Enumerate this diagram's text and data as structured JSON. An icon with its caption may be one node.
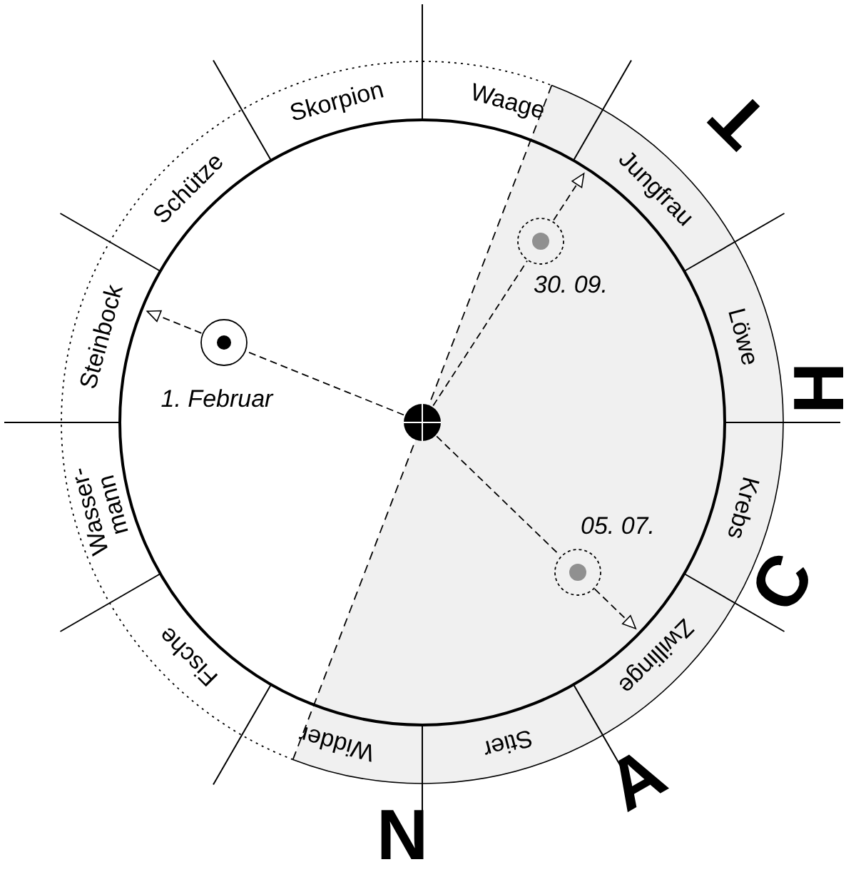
{
  "diagram": {
    "nodes": [
      {
        "text": [],
        "shape": "circle"
      },
      {
        "text": [
          "Skorpion"
        ]
      },
      {
        "text": [
          "Waage"
        ]
      },
      {
        "text": [
          "Jungfrau"
        ]
      },
      {
        "text": [
          "Löwe"
        ]
      },
      {
        "text": [
          "Krebs"
        ]
      },
      {
        "text": [
          "Zwillinge"
        ]
      },
      {
        "text": [
          "Stier"
        ]
      },
      {
        "text": [
          "Widder"
        ]
      },
      {
        "text": [
          "Fische"
        ]
      },
      {
        "text": [
          "Wasser- mann"
        ]
      },
      {
        "text": [
          "Steinbock"
        ]
      },
      {
        "text": [
          "Schütze"
        ]
      },
      {
        "text": [],
        "shape": "circle",
        "beside": [
          "1. Februar"
        ]
      },
      {
        "text": [],
        "shape": "circle",
        "beside": [
          "30. 09."
        ]
      },
      {
        "text": [],
        "shape": "circle",
        "beside": [
          "05. 07."
        ]
      }
    ],
    "edges": [
      {
        "from": 0,
        "to": 13,
        "arrow": "none",
        "style": "dashed"
      },
      {
        "from": 13,
        "to": 11,
        "arrow": "to",
        "style": "dashed"
      },
      {
        "from": 0,
        "to": 14,
        "arrow": "none",
        "style": "dashed"
      },
      {
        "from": 14,
        "to": 3,
        "arrow": "to",
        "style": "dashed"
      },
      {
        "from": 0,
        "to": 15,
        "arrow": "none",
        "style": "dashed"
      },
      {
        "from": 15,
        "to": 6,
        "arrow": "to",
        "style": "dashed"
      }
    ],
    "labels": [
      "T",
      "H",
      "C",
      "A",
      "N"
    ]
  }
}
